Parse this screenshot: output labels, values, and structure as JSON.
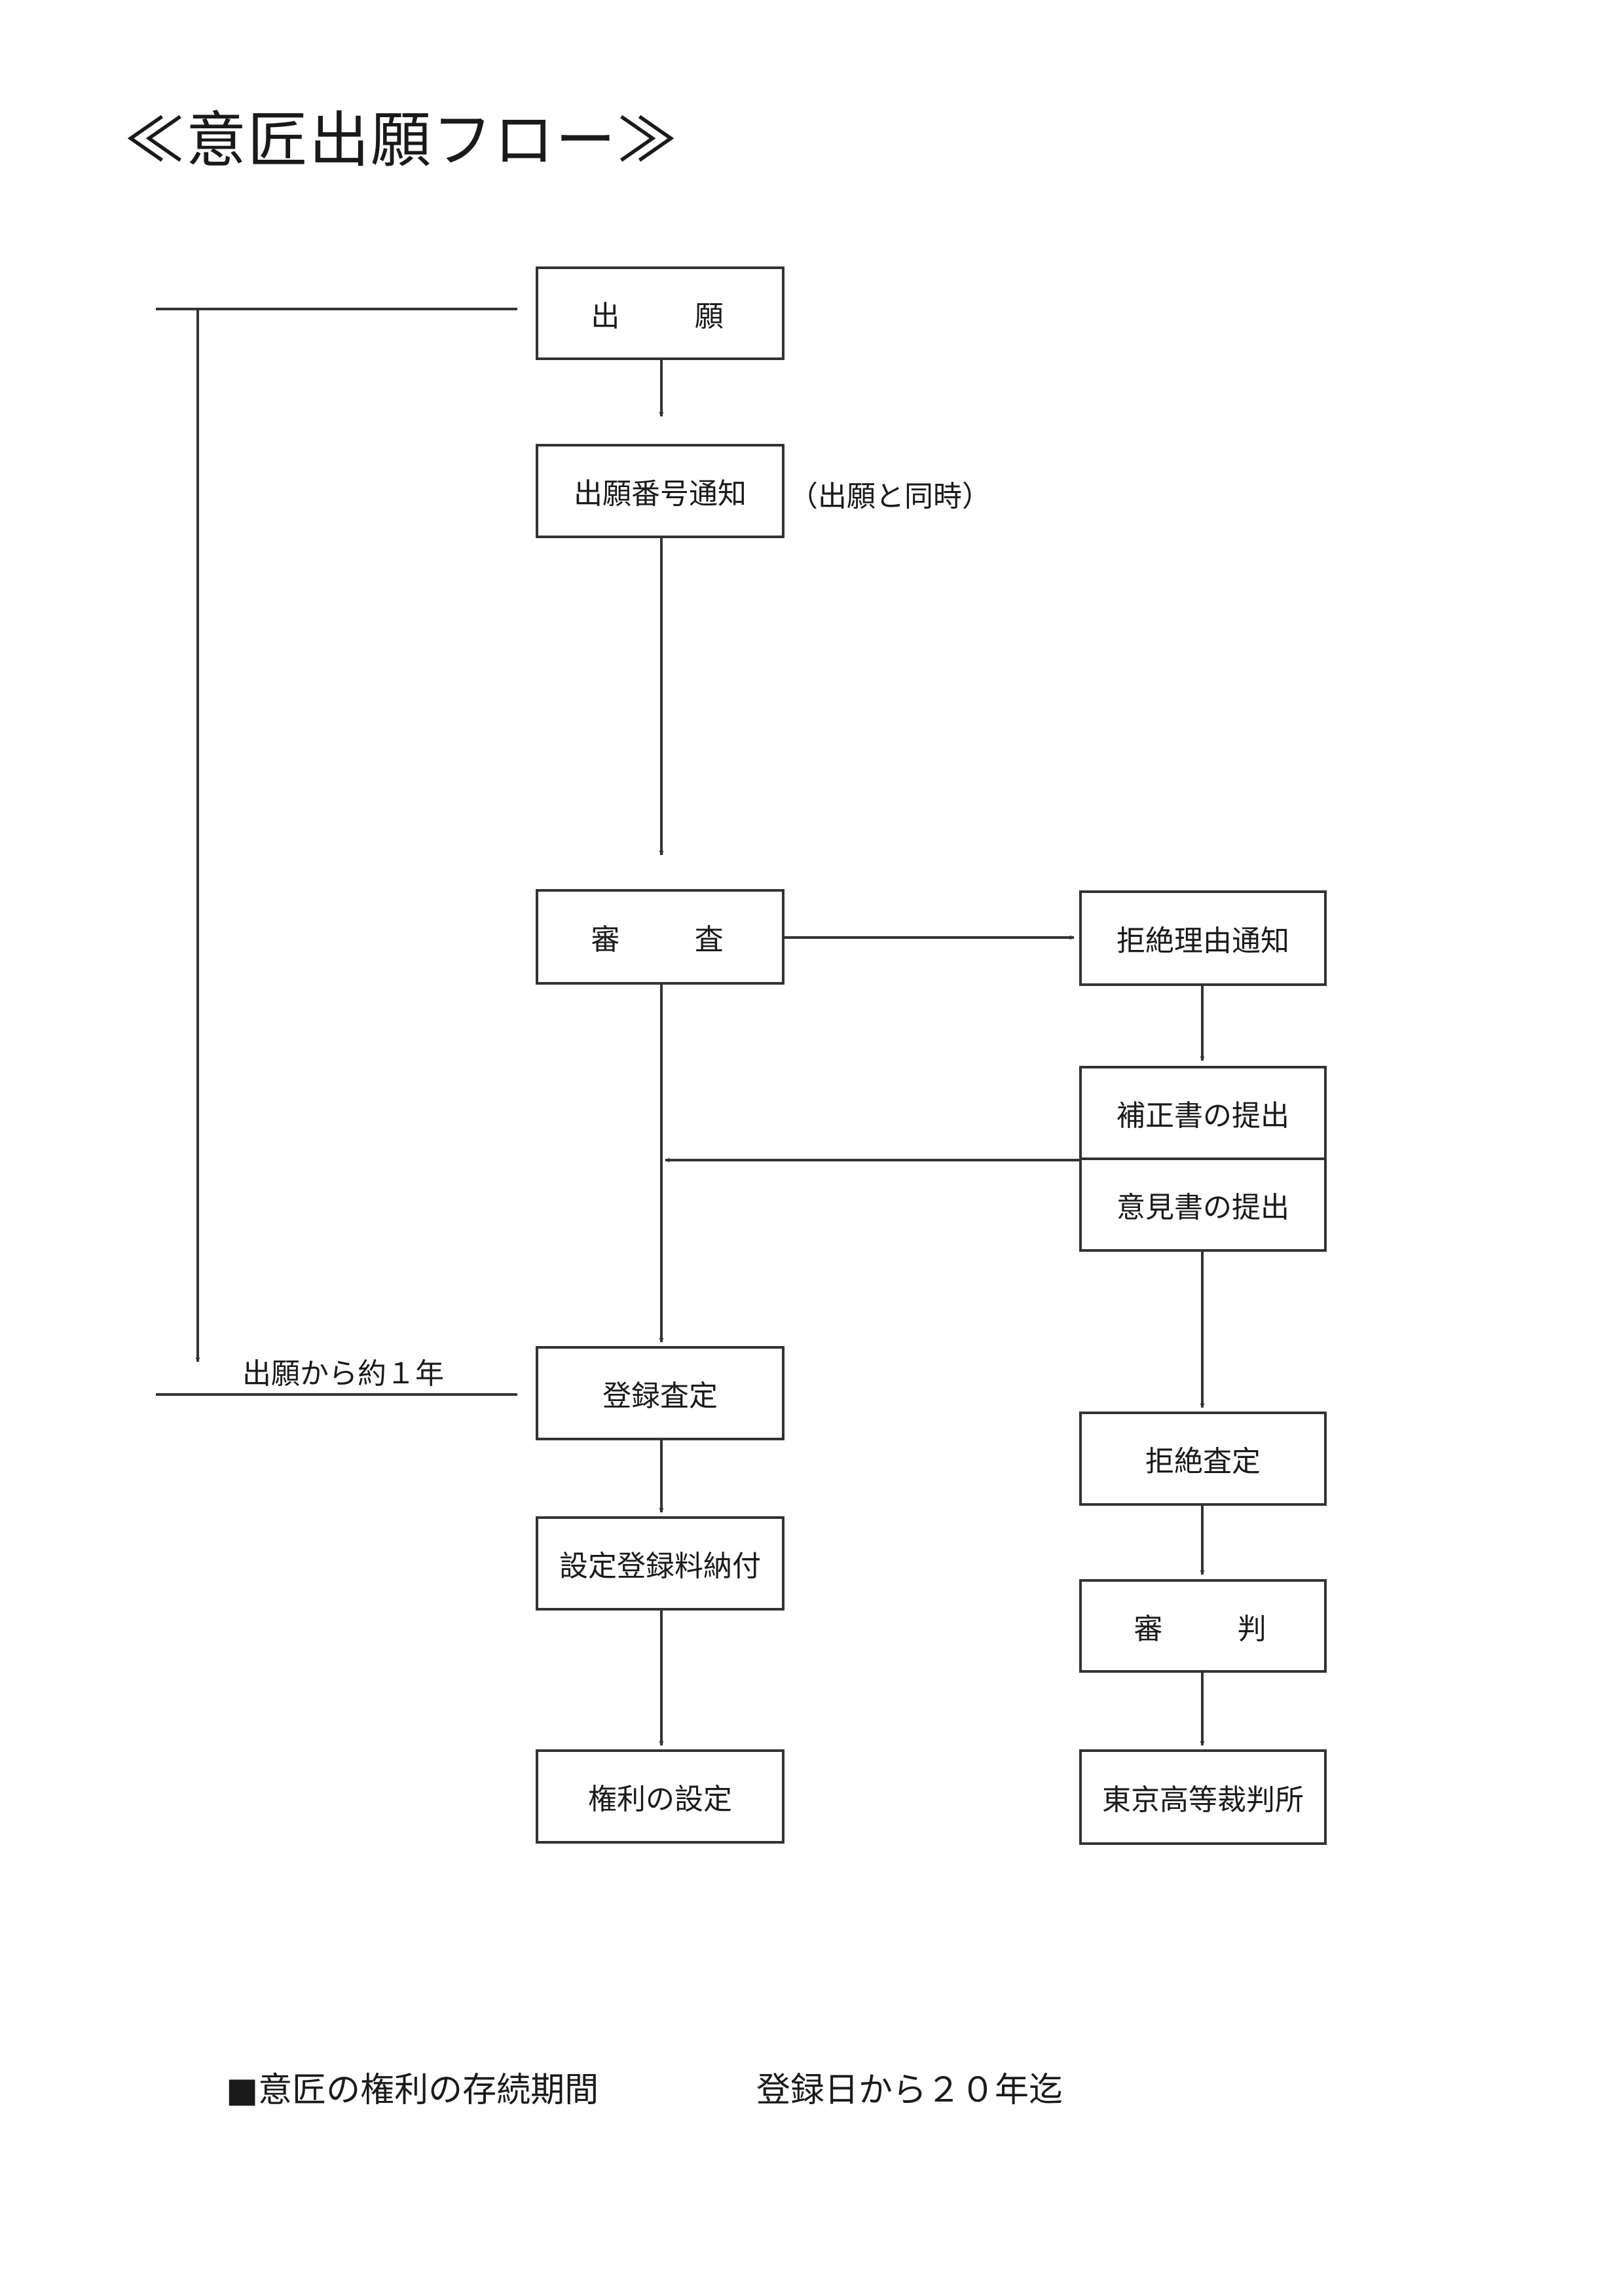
{
  "title": "≪意匠出願フロー≫",
  "nodes": {
    "application": "出　　願",
    "app_number_notice": "出願番号通知",
    "examination": "審　　査",
    "registration_decision": "登録査定",
    "registration_fee": "設定登録料納付",
    "rights_established": "権利の設定",
    "rejection_reason_notice": "拒絶理由通知",
    "amendment_submission": "補正書の提出",
    "opinion_submission": "意見書の提出",
    "rejection_decision": "拒絶査定",
    "trial": "審　　判",
    "tokyo_high_court": "東京高等裁判所"
  },
  "annotations": {
    "simultaneous": "（出願と同時）",
    "about_one_year": "出願から約１年"
  },
  "footer": {
    "label": "■意匠の権利の存続期間",
    "value": "登録日から２０年迄"
  },
  "colors": {
    "line": "#333333",
    "arrowhead": "#333333",
    "background": "#ffffff"
  }
}
